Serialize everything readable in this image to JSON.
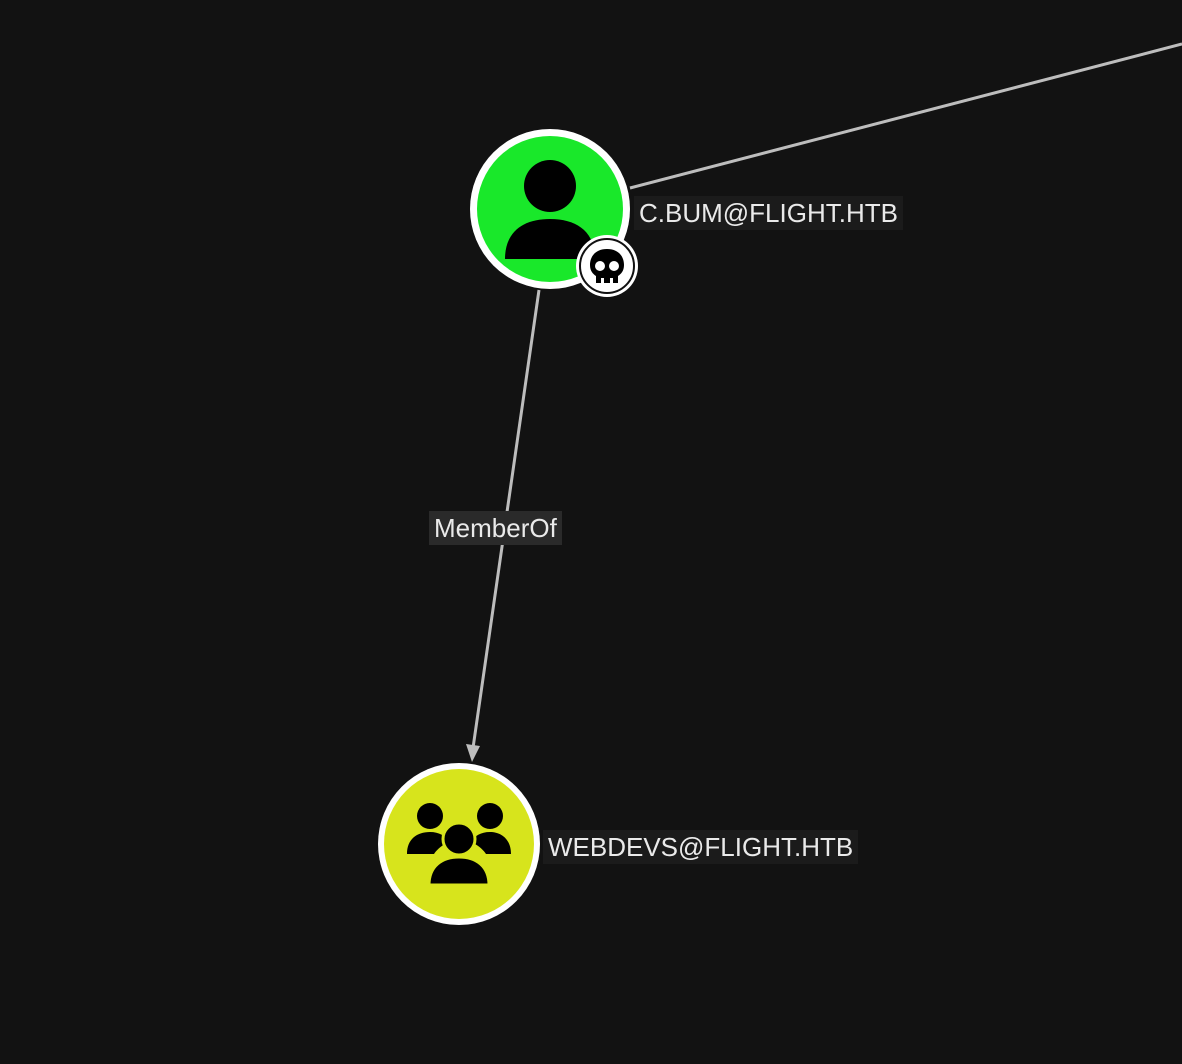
{
  "graph": {
    "background": "#121212",
    "edge_color": "#bdbdbd",
    "nodes": [
      {
        "id": "user",
        "label": "C.BUM@FLIGHT.HTB",
        "icon": "user-icon",
        "badge_icon": "skull-icon",
        "fill": "#19e82a"
      },
      {
        "id": "group",
        "label": "WEBDEVS@FLIGHT.HTB",
        "icon": "group-icon",
        "fill": "#d7e41c"
      }
    ],
    "edges": [
      {
        "label": "MemberOf"
      }
    ]
  }
}
